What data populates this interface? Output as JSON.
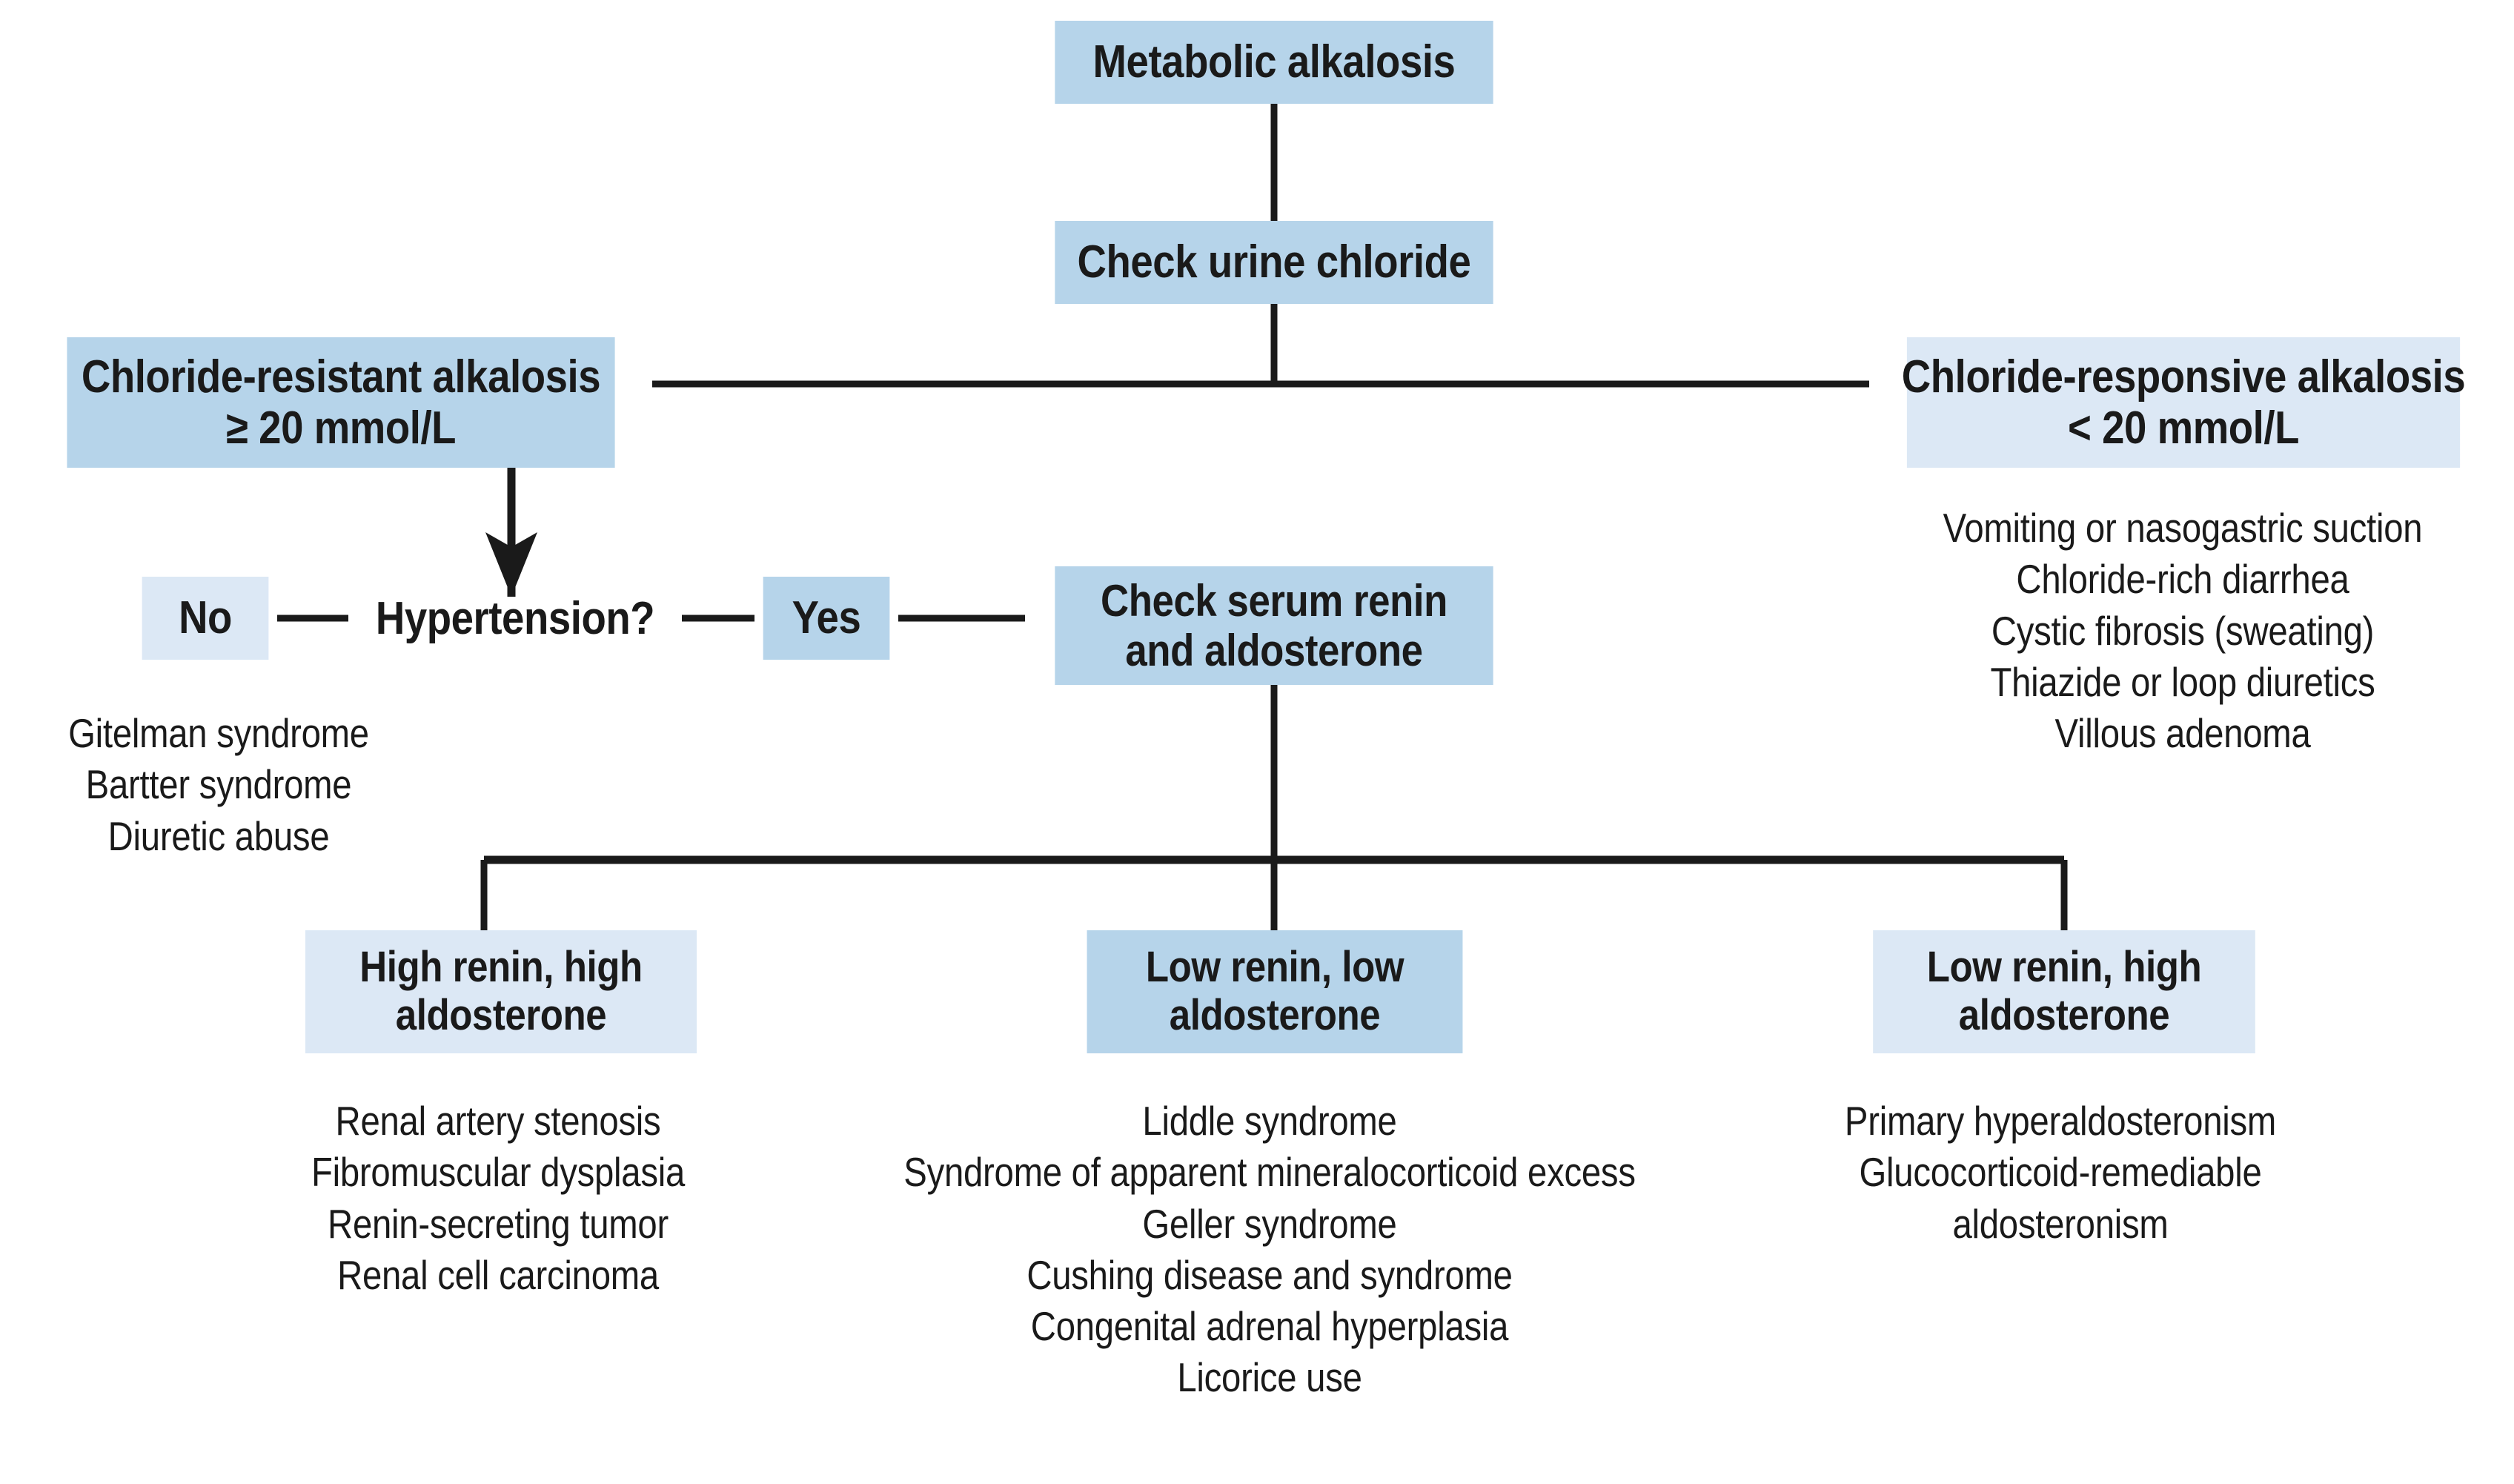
{
  "colors": {
    "fill_medium_blue": "#b6d4ea",
    "fill_light_blue": "#dce8f5",
    "line": "#1a1a1a",
    "text": "#1a1a1a",
    "background": "#ffffff"
  },
  "nodes": {
    "metabolic_alkalosis": {
      "line1": "Metabolic alkalosis",
      "fill": "#b6d4ea"
    },
    "check_urine_chloride": {
      "line1": "Check urine chloride",
      "fill": "#b6d4ea"
    },
    "chloride_resistant": {
      "line1": "Chloride-resistant alkalosis",
      "line2": "≥ 20 mmol/L",
      "fill": "#b6d4ea"
    },
    "chloride_responsive": {
      "line1": "Chloride-responsive alkalosis",
      "line2": "< 20 mmol/L",
      "fill": "#dce8f5"
    },
    "hypertension_question": {
      "line1": "Hypertension?"
    },
    "answer_no": {
      "line1": "No",
      "fill": "#dce8f5"
    },
    "answer_yes": {
      "line1": "Yes",
      "fill": "#b6d4ea"
    },
    "check_serum_renin": {
      "line1": "Check serum renin",
      "line2": "and aldosterone",
      "fill": "#b6d4ea"
    },
    "high_renin_high_aldosterone": {
      "line1": "High renin, high",
      "line2": "aldosterone",
      "fill": "#dce8f5"
    },
    "low_renin_low_aldosterone": {
      "line1": "Low renin, low",
      "line2": "aldosterone",
      "fill": "#b6d4ea"
    },
    "low_renin_high_aldosterone": {
      "line1": "Low renin, high",
      "line2": "aldosterone",
      "fill": "#dce8f5"
    }
  },
  "lists": {
    "chloride_responsive_causes": [
      "Vomiting or nasogastric suction",
      "Chloride-rich diarrhea",
      "Cystic fibrosis (sweating)",
      "Thiazide or loop diuretics",
      "Villous adenoma"
    ],
    "no_hypertension_causes": [
      "Gitelman syndrome",
      "Bartter syndrome",
      "Diuretic abuse"
    ],
    "high_renin_high_aldosterone_causes": [
      "Renal artery stenosis",
      "Fibromuscular dysplasia",
      "Renin-secreting tumor",
      "Renal cell carcinoma"
    ],
    "low_renin_low_aldosterone_causes": [
      "Liddle syndrome",
      "Syndrome of apparent mineralocorticoid excess",
      "Geller syndrome",
      "Cushing disease and syndrome",
      "Congenital adrenal hyperplasia",
      "Licorice use"
    ],
    "low_renin_high_aldosterone_causes": [
      "Primary hyperaldosteronism",
      "Glucocorticoid-remediable",
      "aldosteronism"
    ]
  },
  "chart_data": {
    "type": "diagram",
    "title": "Metabolic alkalosis diagnostic algorithm",
    "flow": [
      {
        "from": "Metabolic alkalosis",
        "to": "Check urine chloride",
        "connector": "vertical-line"
      },
      {
        "from": "Check urine chloride",
        "to": "Chloride-resistant alkalosis ≥ 20 mmol/L",
        "connector": "horizontal-left"
      },
      {
        "from": "Check urine chloride",
        "to": "Chloride-responsive alkalosis < 20 mmol/L",
        "connector": "horizontal-right"
      },
      {
        "from": "Chloride-resistant alkalosis ≥ 20 mmol/L",
        "to": "Hypertension?",
        "connector": "arrow-down"
      },
      {
        "from": "Hypertension?",
        "to": "No",
        "connector": "horizontal-left"
      },
      {
        "from": "Hypertension?",
        "to": "Yes",
        "connector": "horizontal-right"
      },
      {
        "from": "Yes",
        "to": "Check serum renin and aldosterone",
        "connector": "horizontal-right"
      },
      {
        "from": "Check serum renin and aldosterone",
        "to": "High renin, high aldosterone",
        "connector": "bus-branch"
      },
      {
        "from": "Check serum renin and aldosterone",
        "to": "Low renin, low aldosterone",
        "connector": "bus-branch"
      },
      {
        "from": "Check serum renin and aldosterone",
        "to": "Low renin, high aldosterone",
        "connector": "bus-branch"
      }
    ]
  }
}
